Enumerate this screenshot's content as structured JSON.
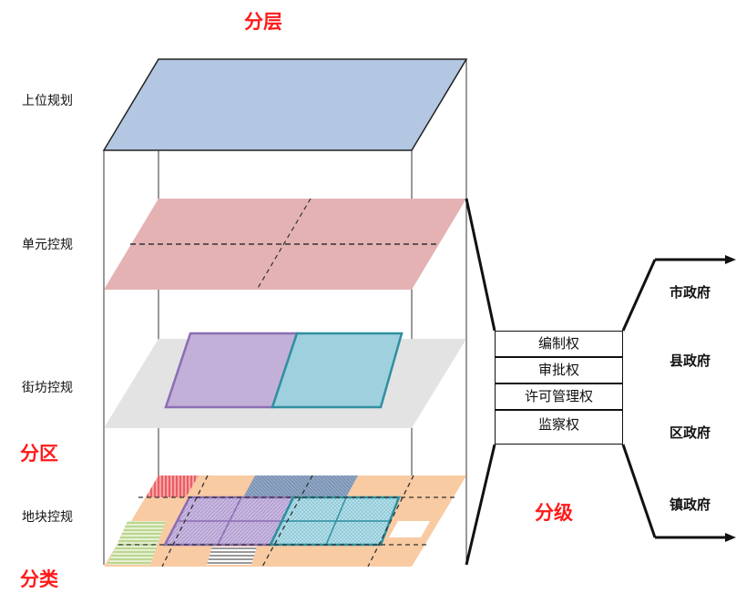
{
  "titles": {
    "layering": "分层",
    "zoning": "分区",
    "classification": "分类",
    "grading": "分级"
  },
  "layers": [
    {
      "label": "上位规划",
      "color": "#b3c7e2"
    },
    {
      "label": "单元控规",
      "color": "#e4b2b3"
    },
    {
      "label": "街坊控规",
      "color": "#e3e3e3"
    },
    {
      "label": "地块控规",
      "color": "#f8cba3"
    }
  ],
  "rights": [
    "编制权",
    "审批权",
    "许可管理权",
    "监察权"
  ],
  "governments": [
    "市政府",
    "县政府",
    "区政府",
    "镇政府"
  ],
  "colors": {
    "purple": "#8a6eb3",
    "purple_fill": "#c2b0d8",
    "teal": "#2f8fa0",
    "teal_fill": "#9fd0de",
    "red_accent": "#ff1a1a"
  }
}
